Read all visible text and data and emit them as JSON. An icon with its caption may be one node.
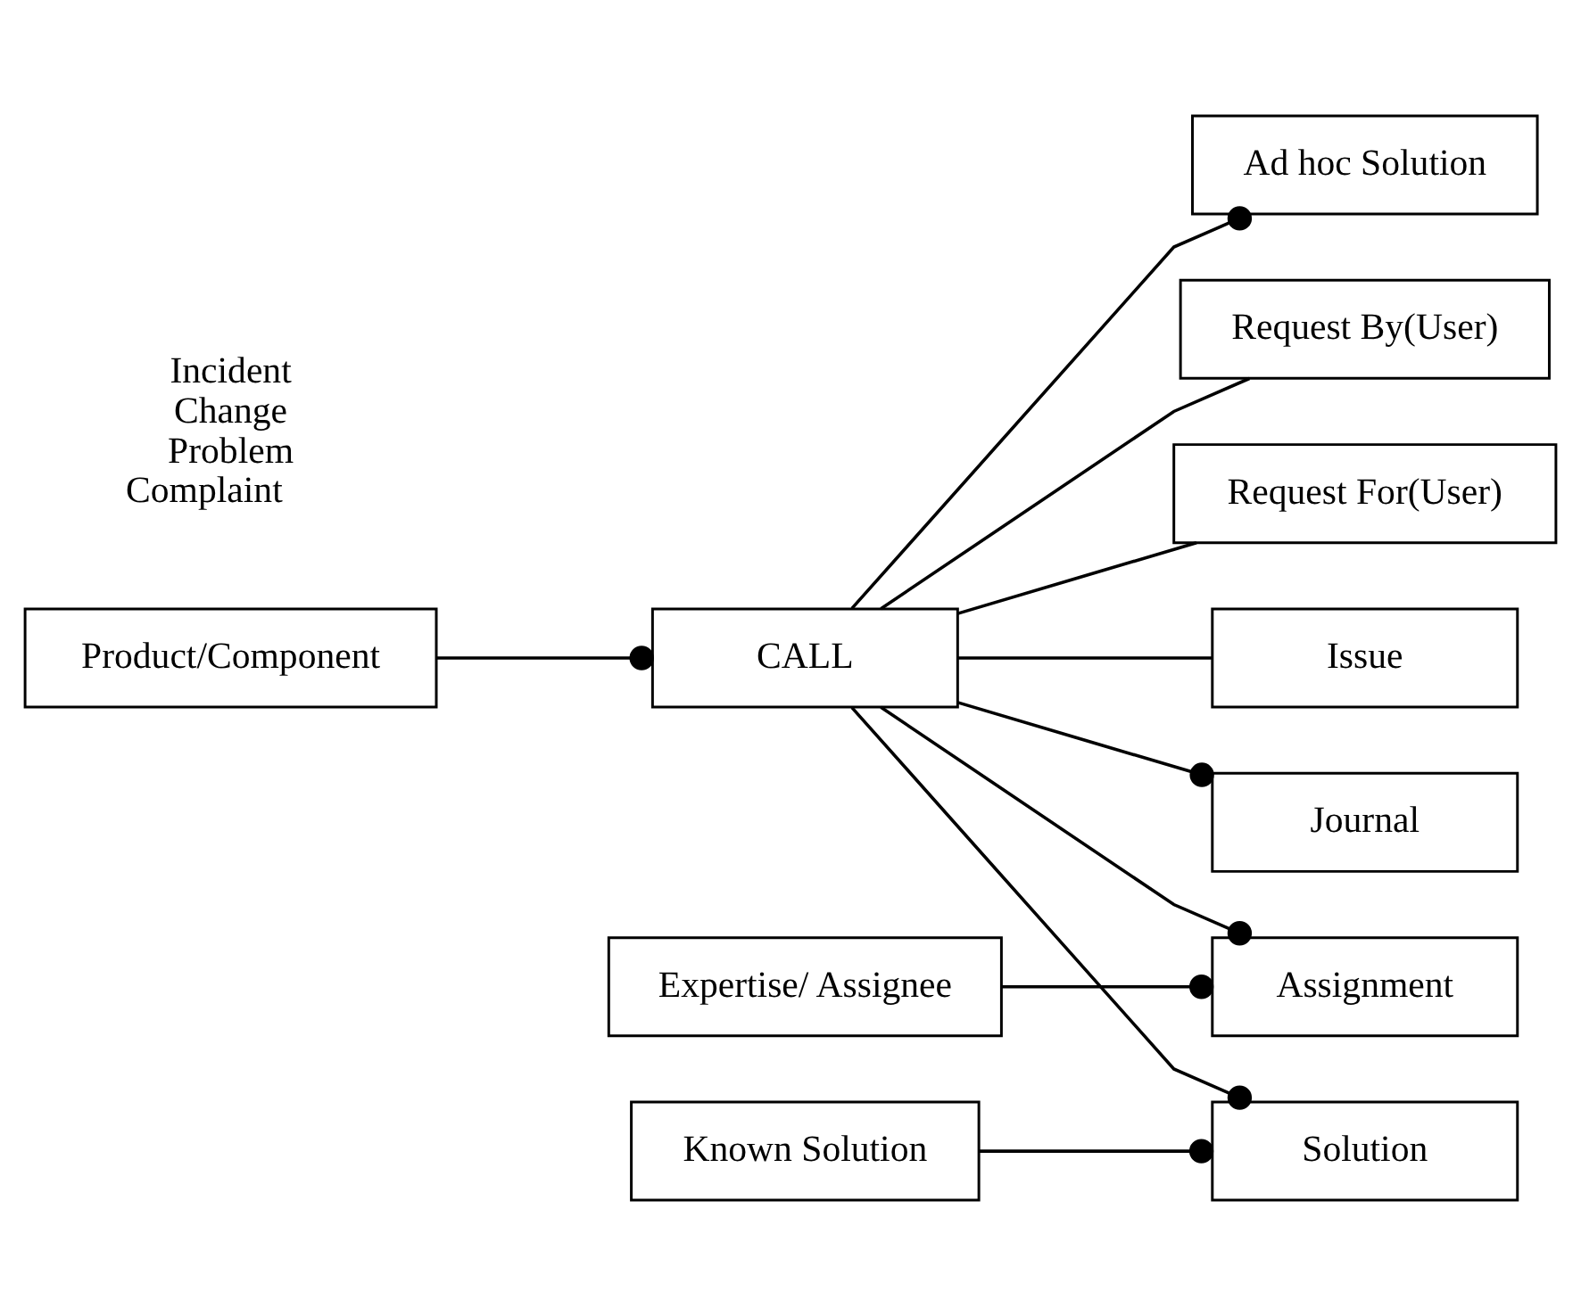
{
  "diagram": {
    "nodes": [
      {
        "text": [
          "CALL"
        ]
      },
      {
        "text": [
          "Request By(User)"
        ]
      },
      {
        "text": [
          "Request For(User)"
        ]
      },
      {
        "text": [
          "Issue"
        ]
      },
      {
        "text": [
          "Product/Component"
        ]
      },
      {
        "text": [
          "Journal"
        ]
      },
      {
        "text": [
          "Assignment"
        ]
      },
      {
        "text": [
          "Expertise/ Assignee"
        ]
      },
      {
        "text": [
          "Solution"
        ]
      },
      {
        "text": [
          "Known Solution"
        ]
      },
      {
        "text": [
          "Ad hoc Solution"
        ]
      }
    ],
    "edges": [
      {
        "from": 0,
        "to": 1,
        "arrow": "none"
      },
      {
        "from": 0,
        "to": 2,
        "arrow": "none"
      },
      {
        "from": 0,
        "to": 3,
        "arrow": "none"
      },
      {
        "from": 4,
        "to": 0,
        "arrow": "other"
      },
      {
        "from": 0,
        "to": 5,
        "arrow": "other"
      },
      {
        "from": 0,
        "to": 6,
        "arrow": "other"
      },
      {
        "from": 7,
        "to": 6,
        "arrow": "other"
      },
      {
        "from": 0,
        "to": 8,
        "arrow": "other"
      },
      {
        "from": 9,
        "to": 8,
        "arrow": "other"
      },
      {
        "from": 0,
        "to": 10,
        "arrow": "other"
      }
    ],
    "labels": [
      "Incident",
      "Change",
      "Problem",
      "Complaint"
    ]
  }
}
